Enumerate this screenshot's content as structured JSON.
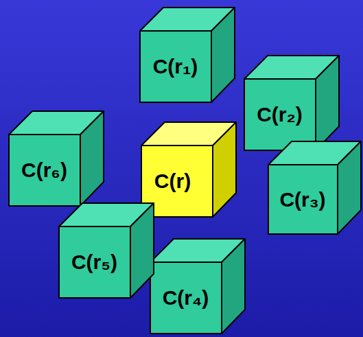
{
  "diagram": {
    "nodes": [
      {
        "text": [
          "C(r₁)"
        ]
      },
      {
        "text": [
          "C(r₂)"
        ]
      },
      {
        "text": [
          "C(r₆)"
        ]
      },
      {
        "text": [
          "C(r)"
        ]
      },
      {
        "text": [
          "C(r₃)"
        ]
      },
      {
        "text": [
          "C(r₅)"
        ]
      },
      {
        "text": [
          "C(r₄)"
        ]
      }
    ]
  }
}
